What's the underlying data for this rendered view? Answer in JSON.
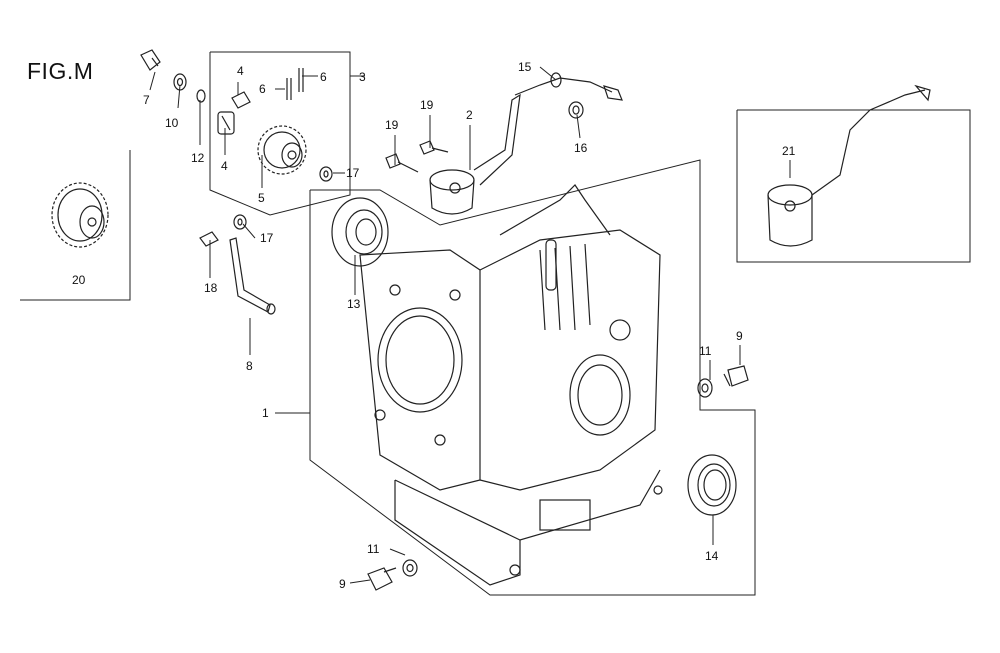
{
  "figure": {
    "title": "FIG.M"
  },
  "callouts": {
    "c1": "1",
    "c2": "2",
    "c3": "3",
    "c4a": "4",
    "c4b": "4",
    "c5": "5",
    "c6a": "6",
    "c6b": "6",
    "c7": "7",
    "c8": "8",
    "c9a": "9",
    "c9b": "9",
    "c10": "10",
    "c11a": "11",
    "c11b": "11",
    "c12": "12",
    "c13": "13",
    "c14": "14",
    "c15": "15",
    "c16": "16",
    "c17a": "17",
    "c17b": "17",
    "c18": "18",
    "c19a": "19",
    "c19b": "19",
    "c20": "20",
    "c21": "21"
  }
}
